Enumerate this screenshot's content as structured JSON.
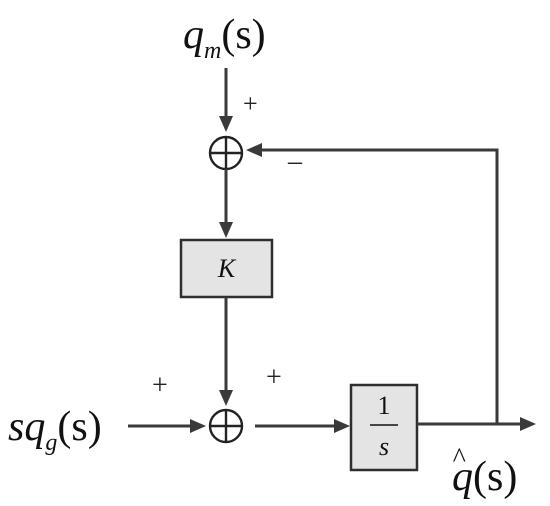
{
  "signals": {
    "top_input": {
      "base": "q",
      "sub": "m",
      "arg": "(s)"
    },
    "left_input": {
      "prefix": "s",
      "base": "q",
      "sub": "g",
      "arg": "(s)"
    },
    "output": {
      "hat": "^",
      "base": "q",
      "arg": "(s)"
    }
  },
  "blocks": {
    "gain": {
      "label": "K"
    },
    "integrator": {
      "numerator": "1",
      "denominator": "s"
    }
  },
  "signs": {
    "top_sum_input_top": "+",
    "top_sum_feedback": "–",
    "bottom_sum_left": "+",
    "bottom_sum_top": "+"
  },
  "colors": {
    "wire": "#3a3a3a",
    "block_fill": "#e4e4e4"
  }
}
